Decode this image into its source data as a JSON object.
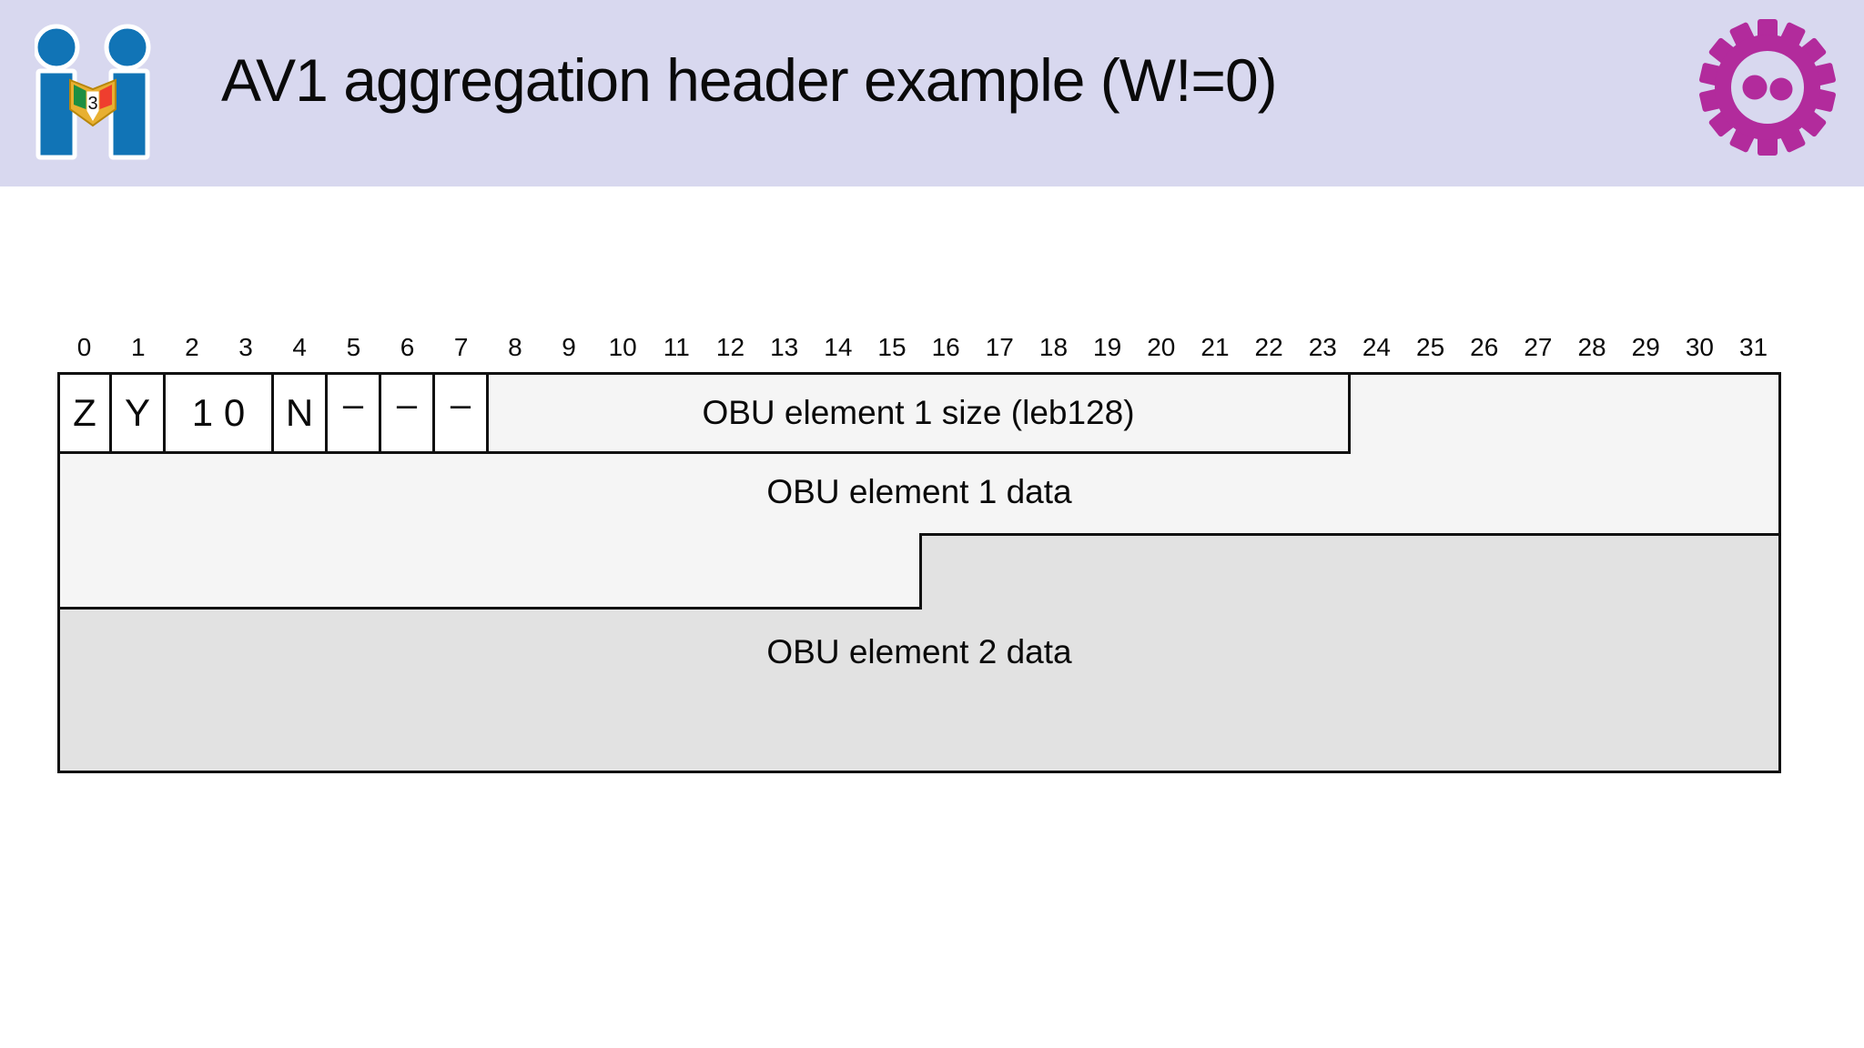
{
  "slide": {
    "title": "AV1 aggregation header example (W!=0)",
    "logo_badge": "3",
    "colors": {
      "band": "#d8d8ef",
      "logo_blue": "#1174b6",
      "gear_magenta": "#b22b9c",
      "book_gold": "#e8b031",
      "book_green": "#1d8f42",
      "book_red": "#ef3e2e"
    }
  },
  "diagram": {
    "bit_labels": [
      "0",
      "1",
      "2",
      "3",
      "4",
      "5",
      "6",
      "7",
      "8",
      "9",
      "10",
      "11",
      "12",
      "13",
      "14",
      "15",
      "16",
      "17",
      "18",
      "19",
      "20",
      "21",
      "22",
      "23",
      "24",
      "25",
      "26",
      "27",
      "28",
      "29",
      "30",
      "31"
    ],
    "header_row": {
      "cells": [
        {
          "label": "Z",
          "bits": 1
        },
        {
          "label": "Y",
          "bits": 1
        },
        {
          "label": "1 0",
          "bits": 2
        },
        {
          "label": "N",
          "bits": 1
        },
        {
          "label": "–",
          "bits": 1
        },
        {
          "label": "–",
          "bits": 1
        },
        {
          "label": "–",
          "bits": 1
        },
        {
          "label": "OBU element 1 size (leb128)",
          "bits": 16
        }
      ]
    },
    "regions": [
      {
        "label": "OBU element 1 data"
      },
      {
        "label": "OBU element 2 data"
      }
    ],
    "colors": {
      "light_fill": "#f5f5f5",
      "dark_fill": "#e2e2e2",
      "cell_fill": "#ffffff",
      "border": "#111111"
    }
  }
}
